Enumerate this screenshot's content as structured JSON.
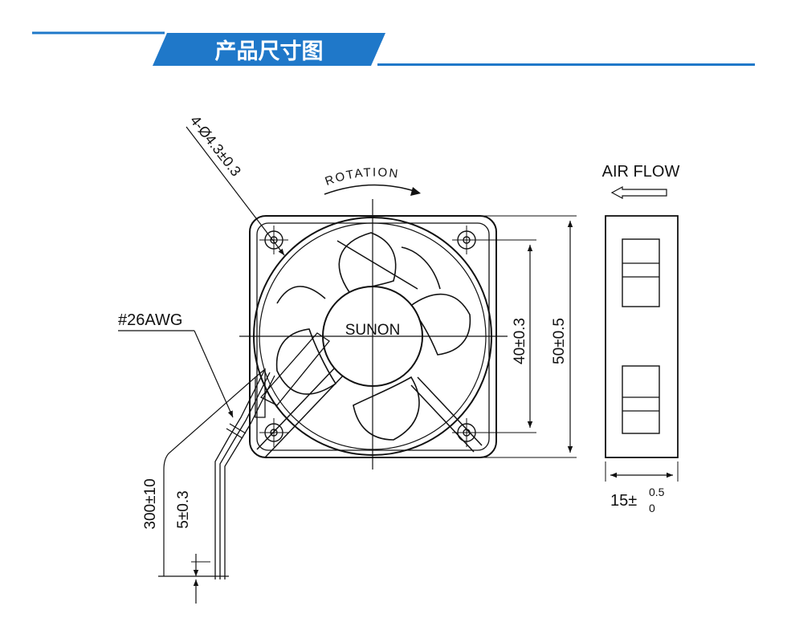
{
  "header": {
    "title": "产品尺寸图",
    "accent_color": "#1f78c9"
  },
  "diagram": {
    "hole_callout": "4-Ø4.3±0.3",
    "rotation_label": "ROTATION",
    "brand_label": "SUNON",
    "wire_gauge_label": "#26AWG",
    "air_flow_label": "AIR FLOW",
    "dim_hole_pitch": "40±0.3",
    "dim_frame_size": "50±0.5",
    "dim_depth_base": "15±",
    "dim_depth_upper": "0.5",
    "dim_depth_lower": "0",
    "dim_lead_length": "300±10",
    "dim_strip_length": "5±0.3"
  }
}
